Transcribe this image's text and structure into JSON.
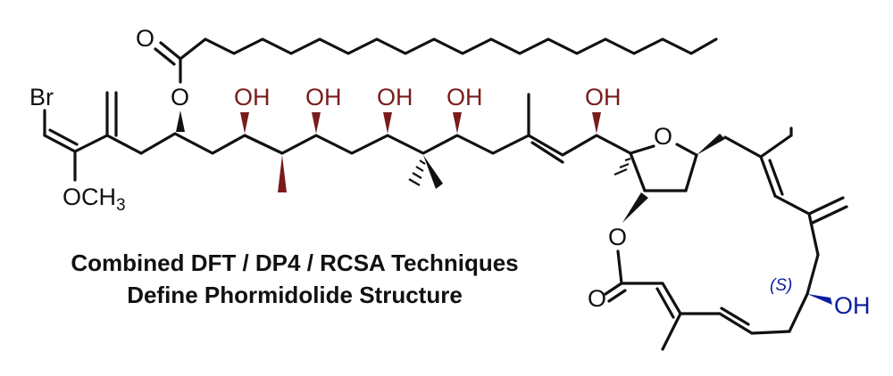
{
  "caption": {
    "line1": "Combined DFT / DP4 / RCSA Techniques",
    "line2": "Define Phormidolide Structure"
  },
  "atoms": {
    "ester_carbonyl_O": "O",
    "ester_O": "O",
    "bromine": "Br",
    "methoxy": "OCH",
    "methoxy_sub": "3",
    "hydroxyl": "OH",
    "ring_O": "O",
    "lactone_O": "O",
    "lactone_carbonyl_O": "O",
    "stereo_label": "(S)"
  },
  "colors": {
    "black": "#111111",
    "red_segment": "#7a1c1c",
    "blue_stereocenter": "#0a1f9c"
  }
}
